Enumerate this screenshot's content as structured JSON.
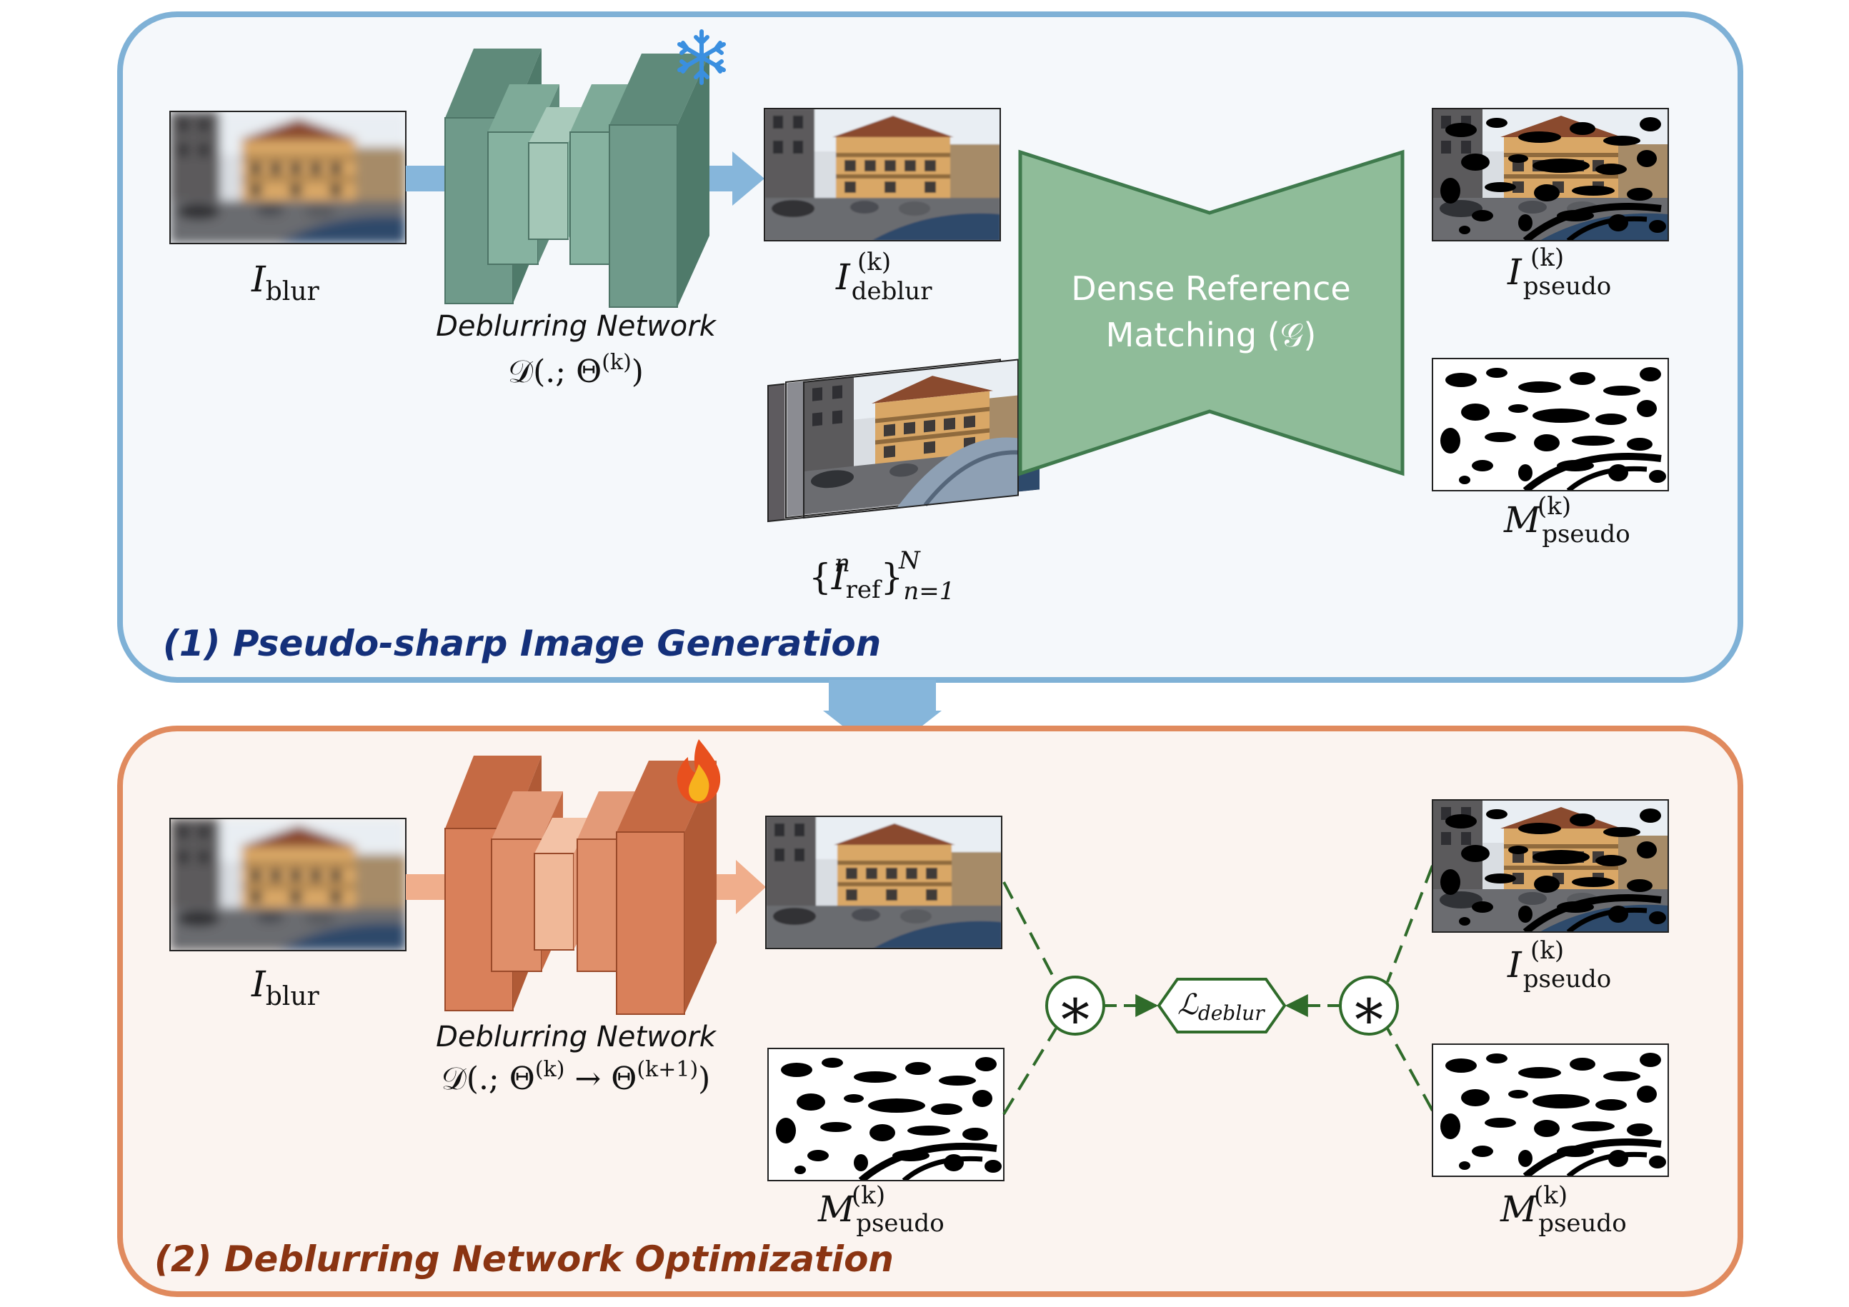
{
  "panel1": {
    "title": "(1) Pseudo-sharp Image Generation",
    "input_label": {
      "base": "I",
      "sub": "blur"
    },
    "network": {
      "name": "Deblurring Network",
      "formula": "𝒟(.; Θ",
      "sup": "(k)",
      "close": ")",
      "state_icon": "snowflake-icon"
    },
    "deblur_label": {
      "base": "I",
      "sub": "deblur",
      "sup": "(k)"
    },
    "ref_label": {
      "open": "{",
      "base": "I",
      "sup": "n",
      "sub": "ref",
      "close": "}",
      "range_sup": "N",
      "range_sub": "n=1"
    },
    "matching": {
      "line1": "Dense Reference",
      "line2": "Matching (𝒢)"
    },
    "pseudo_label": {
      "base": "I",
      "sub": "pseudo",
      "sup": "(k)"
    },
    "mask_label": {
      "base": "M",
      "sub": "pseudo",
      "sup": "(k)"
    }
  },
  "panel2": {
    "title": "(2) Deblurring Network Optimization",
    "input_label": {
      "base": "I",
      "sub": "blur"
    },
    "network": {
      "name": "Deblurring Network",
      "formula": "𝒟(.; Θ",
      "sup": "(k)",
      "arrow": " → Θ",
      "sup2": "(k+1)",
      "close": ")",
      "state_icon": "fire-icon"
    },
    "deblur_mask_label": {
      "base": "M",
      "sub": "pseudo",
      "sup": "(k)"
    },
    "loss": {
      "base": "ℒ",
      "sub": "deblur"
    },
    "op_symbol": "∗",
    "pseudo_label": {
      "base": "I",
      "sub": "pseudo",
      "sup": "(k)"
    },
    "mask_label": {
      "base": "M",
      "sub": "pseudo",
      "sup": "(k)"
    }
  },
  "colors": {
    "panel1_border": "#7fb1d6",
    "panel1_fill": "#f5f8fb",
    "panel2_border": "#e08a5e",
    "panel2_fill": "#fbf4f0",
    "net1_fill": "#6f9a8a",
    "net2_fill": "#d9805a",
    "matching_fill": "#8fbc99",
    "loss_stroke": "#2f6b2a"
  }
}
